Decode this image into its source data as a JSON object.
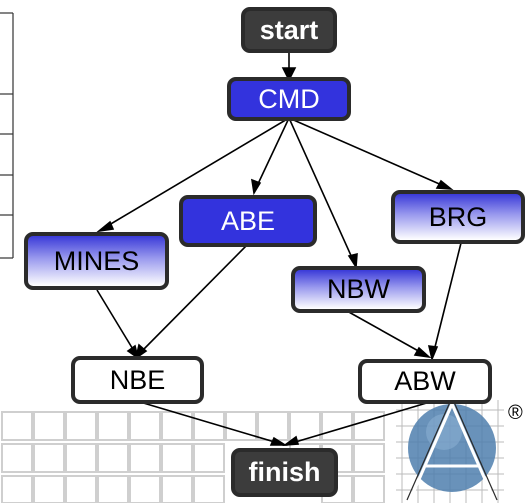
{
  "nodes": {
    "start": "start",
    "cmd": "CMD",
    "abe": "ABE",
    "brg": "BRG",
    "mines": "MINES",
    "nbw": "NBW",
    "nbe": "NBE",
    "abw": "ABW",
    "finish": "finish"
  },
  "registered_mark": "®",
  "colors": {
    "solid_node": "#3333dd",
    "gradient_top": "#3a3ad8",
    "dark_node": "#3c3c3c",
    "border": "#2b2b2b",
    "watermark": "#cfcfcf",
    "logo_blue": "#4f7fae"
  },
  "logo": "A-letter-globe-logo"
}
